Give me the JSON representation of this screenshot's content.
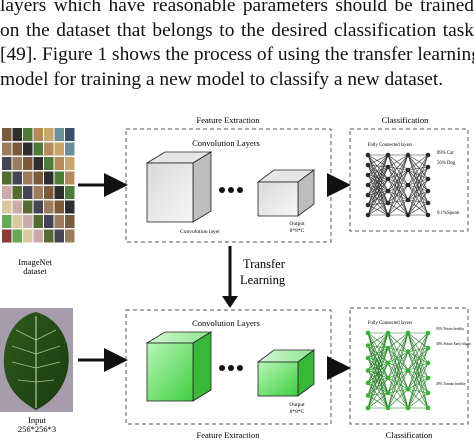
{
  "paragraph": {
    "lines": [
      "layers which have reasonable parameters should be trained",
      "on the dataset that belongs to the desired classification task",
      "[49]. Figure 1 shows the process of using the transfer learning",
      "model for training a new model to classify a new dataset."
    ]
  },
  "figure": {
    "top_feature_extraction": "Feature Extraction",
    "top_classification": "Classification",
    "bottom_feature_extraction": "Feature Extraction",
    "bottom_classification": "Classification",
    "conv_layers_top": "Convolution Layers",
    "conv_layers_bottom": "Convolution Layers",
    "conv_layer_label_top": "Convolution layer",
    "output_label_top": "Output",
    "output_dims_top": "8*8*C",
    "output_label_bottom": "Output",
    "output_dims_bottom": "8*8*C",
    "fc_layers_top": "Fully Connected layers",
    "fc_layers_bottom": "Fully Connected layers",
    "top_outputs": [
      "89% Cat",
      "56% Dog",
      "0.1%Spoon"
    ],
    "bottom_outputs": [
      "93% Potato healthy",
      "40% Potato Early blight",
      "49% Tomato healthy"
    ],
    "imagenet_label": "ImageNet",
    "imagenet_sub": "dataset",
    "input_label": "Input",
    "input_dims": "256*256*3",
    "transfer_line1": "Transfer",
    "transfer_line2": "Learning",
    "colors": {
      "grey_cube_front": "#f2f2f2",
      "green_cube_front": "#5fe05f",
      "node_dark": "#2a2a2a",
      "node_green": "#2fb52f",
      "dashed_border": "#555555"
    }
  }
}
